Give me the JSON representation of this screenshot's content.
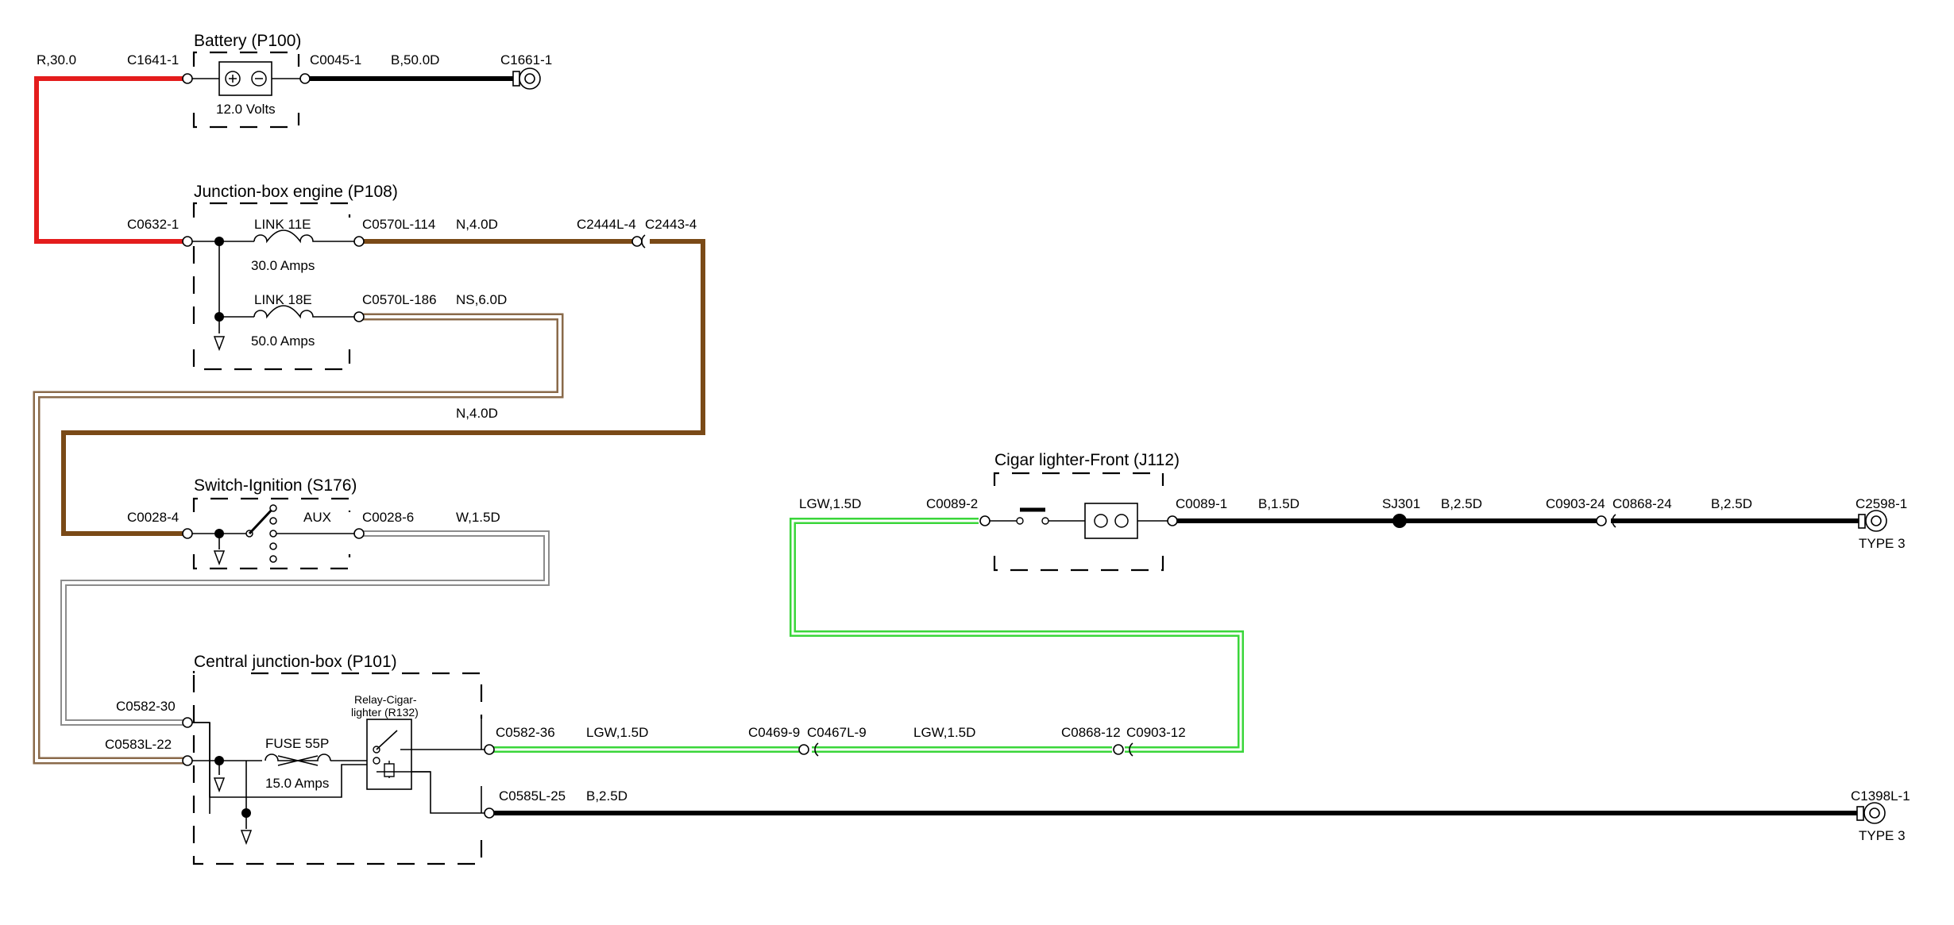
{
  "components": {
    "battery": {
      "title": "Battery (P100)",
      "voltage": "12.0 Volts"
    },
    "junction_engine": {
      "title": "Junction-box engine (P108)",
      "link1": {
        "name": "LINK 11E",
        "rating": "30.0 Amps"
      },
      "link2": {
        "name": "LINK 18E",
        "rating": "50.0 Amps"
      }
    },
    "switch_ignition": {
      "title": "Switch-Ignition (S176)",
      "position": "AUX"
    },
    "central_box": {
      "title": "Central junction-box (P101)",
      "fuse": {
        "name": "FUSE 55P",
        "rating": "15.0 Amps"
      },
      "relay_line1": "Relay-Cigar-",
      "relay_line2": "lighter (R132)"
    },
    "cigar_lighter": {
      "title": "Cigar lighter-Front (J112)"
    }
  },
  "connectors": {
    "c1641_1": "C1641-1",
    "c0045_1": "C0045-1",
    "c1661_1": "C1661-1",
    "c0632_1": "C0632-1",
    "c0570l_114": "C0570L-114",
    "c0570l_186": "C0570L-186",
    "c2444l_4": "C2444L-4",
    "c2443_4": "C2443-4",
    "c0028_4": "C0028-4",
    "c0028_6": "C0028-6",
    "c0582_30": "C0582-30",
    "c0583l_22": "C0583L-22",
    "c0582_36": "C0582-36",
    "c0585l_25": "C0585L-25",
    "c0469_9": "C0469-9",
    "c0467l_9": "C0467L-9",
    "c0868_12": "C0868-12",
    "c0903_12": "C0903-12",
    "c0089_2": "C0089-2",
    "c0089_1": "C0089-1",
    "sj301": "SJ301",
    "c0903_24": "C0903-24",
    "c0868_24": "C0868-24",
    "c2598_1": "C2598-1",
    "c1398l_1": "C1398L-1",
    "type3_a": "TYPE 3",
    "type3_b": "TYPE 3"
  },
  "wires": {
    "r_30": "R,30.0",
    "b_50": "B,50.0D",
    "n_4_top": "N,4.0D",
    "ns_6": "NS,6.0D",
    "n_4_mid": "N,4.0D",
    "w_15": "W,1.5D",
    "lgw_15_a": "LGW,1.5D",
    "lgw_15_b": "LGW,1.5D",
    "b_25_bottom": "B,2.5D",
    "lgw_15_c": "LGW,1.5D",
    "b_15": "B,1.5D",
    "b_25_a": "B,2.5D",
    "b_25_b": "B,2.5D"
  },
  "colors": {
    "red": "#e41c1c",
    "black": "#000000",
    "brown": "#7a4a17",
    "ns_outline": "#8a6a4a",
    "white_outline": "#8c8c8c",
    "green": "#3ad63a"
  }
}
